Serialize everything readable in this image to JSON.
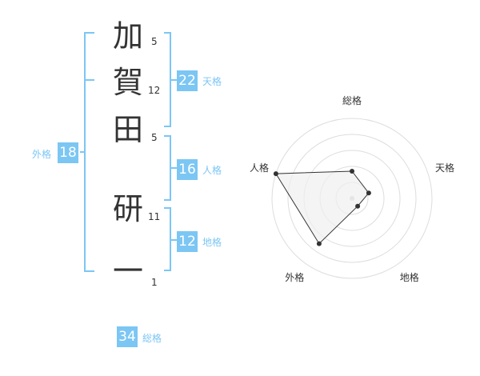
{
  "colors": {
    "accent": "#7cc6f4",
    "text": "#333333",
    "radar_fill": "#f0f0f0",
    "radar_ring": "#dddddd",
    "radar_stroke": "#333333"
  },
  "name": {
    "characters": [
      {
        "char": "加",
        "strokes": "5"
      },
      {
        "char": "賀",
        "strokes": "12"
      },
      {
        "char": "田",
        "strokes": "5"
      },
      {
        "char": "研",
        "strokes": "11"
      },
      {
        "char": "一",
        "strokes": "1"
      }
    ]
  },
  "kaku": {
    "tenkaku": {
      "value": "22",
      "label": "天格"
    },
    "jinkaku": {
      "value": "16",
      "label": "人格"
    },
    "chikaku": {
      "value": "12",
      "label": "地格"
    },
    "gaikaku": {
      "value": "18",
      "label": "外格"
    },
    "soukaku": {
      "value": "34",
      "label": "総格"
    }
  },
  "chart_data": {
    "type": "radar",
    "axes": [
      "総格",
      "天格",
      "地格",
      "外格",
      "人格"
    ],
    "values": [
      0.34,
      0.22,
      0.12,
      0.7,
      1.0
    ]
  }
}
